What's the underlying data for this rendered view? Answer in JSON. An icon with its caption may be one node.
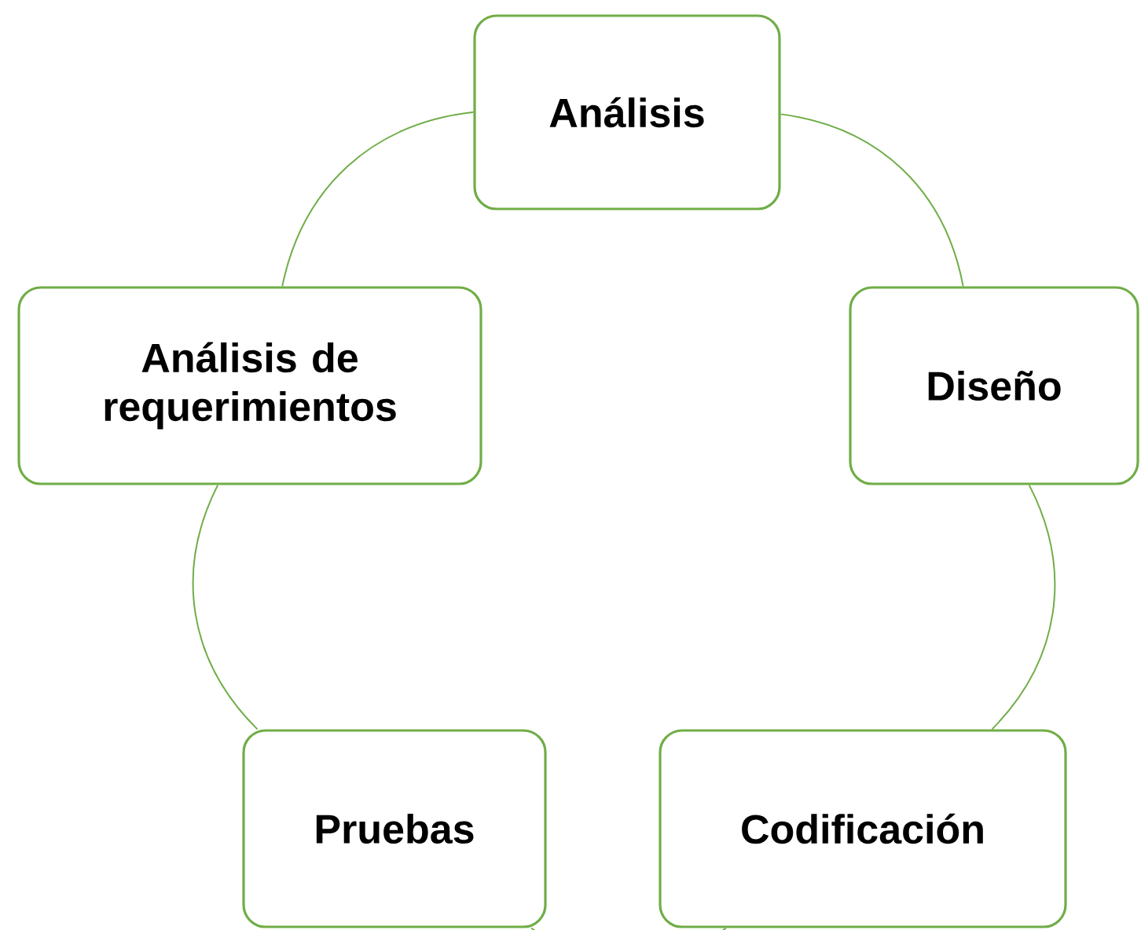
{
  "diagram": {
    "nodes": [
      {
        "text": [
          "Análisis"
        ]
      },
      {
        "text": [
          "Diseño"
        ]
      },
      {
        "text": [
          "Codificación"
        ]
      },
      {
        "text": [
          "Pruebas"
        ]
      },
      {
        "text": [
          "Análisis de requerimientos"
        ]
      }
    ],
    "edges": [
      {
        "from": 0,
        "to": 1,
        "arrow": "none"
      },
      {
        "from": 1,
        "to": 2,
        "arrow": "none"
      },
      {
        "from": 2,
        "to": 3,
        "arrow": "none"
      },
      {
        "from": 3,
        "to": 4,
        "arrow": "none"
      },
      {
        "from": 4,
        "to": 0,
        "arrow": "none"
      }
    ]
  }
}
